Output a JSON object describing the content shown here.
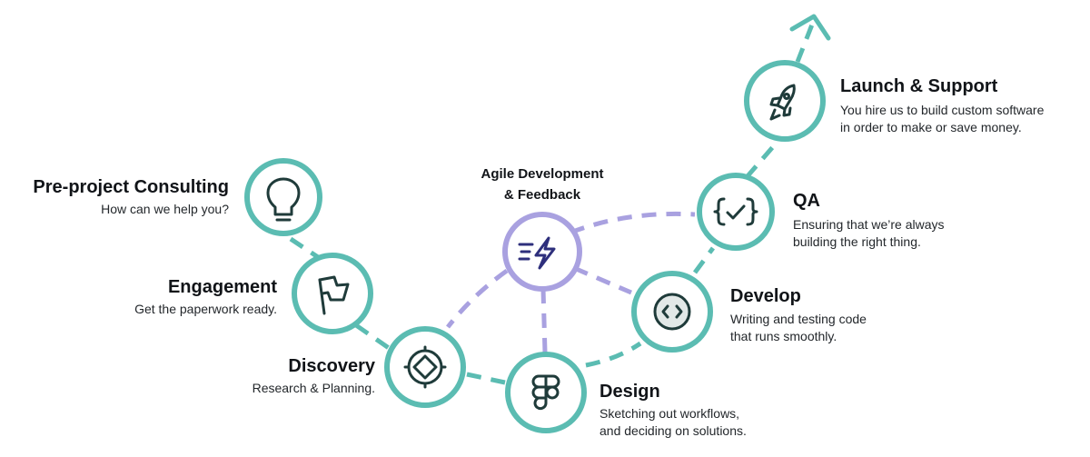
{
  "steps": {
    "consulting": {
      "title": "Pre-project Consulting",
      "desc": "How can we help you?",
      "icon": "lightbulb-icon"
    },
    "engagement": {
      "title": "Engagement",
      "desc": "Get the paperwork ready.",
      "icon": "flag-icon"
    },
    "discovery": {
      "title": "Discovery",
      "desc": "Research & Planning.",
      "icon": "compass-icon"
    },
    "design": {
      "title": "Design",
      "desc_lines": [
        "Sketching out workflows,",
        "and deciding on solutions."
      ],
      "icon": "figma-icon"
    },
    "develop": {
      "title": "Develop",
      "desc_lines": [
        "Writing and testing code",
        "that runs smoothly."
      ],
      "icon": "code-icon"
    },
    "qa": {
      "title": "QA",
      "desc_lines": [
        "Ensuring that we’re always",
        "building the right thing."
      ],
      "icon": "check-braces-icon"
    },
    "launch": {
      "title": "Launch & Support",
      "desc_lines": [
        "You hire us to build custom software",
        "in order to make or save money."
      ],
      "icon": "rocket-icon"
    },
    "agile": {
      "title_lines": [
        "Agile Development",
        "& Feedback"
      ],
      "icon": "lightning-icon"
    }
  },
  "colors": {
    "teal": "#5bbcb2",
    "lavender": "#a9a1e0",
    "icon_dark": "#1f3b3a",
    "agile_icon": "#2e2f7c",
    "text": "#111418"
  }
}
